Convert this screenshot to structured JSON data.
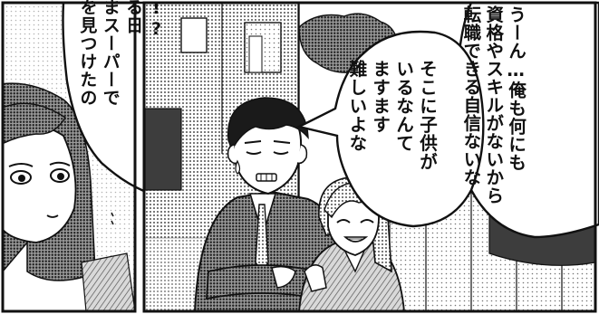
{
  "colors": {
    "ink": "#111111",
    "paper": "#ffffff",
    "screentone": "#8a8a8a",
    "dark_screentone": "#4a4a4a"
  },
  "left_panel": {
    "speech_bubble": {
      "lines": [
        "でしょ!?",
        "で、ある日",
        "たまたまスーパーで",
        "チラシを見つけたの"
      ]
    }
  },
  "right_panel": {
    "speech_bubble_a": {
      "lines": [
        "うーん…俺も何にも",
        "資格やスキルがないから",
        "転職できる自信ないな"
      ]
    },
    "speech_bubble_b": {
      "lines": [
        "そこに子供が",
        "いるなんて",
        "ますます",
        "難しいよな"
      ]
    }
  }
}
